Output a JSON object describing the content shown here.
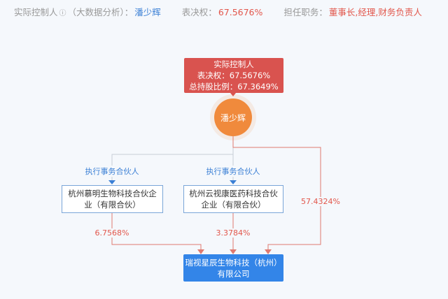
{
  "header": {
    "label": "实际控制人",
    "help_icon": "question-circle-icon",
    "source": "（大数据分析）：",
    "controller": "潘少辉",
    "vote_label": "表决权：",
    "vote_value": "67.5676%",
    "position_label": "担任职务：",
    "position_value": "董事长,经理,财务负责人"
  },
  "diagram": {
    "controller_box": {
      "title": "实际控制人",
      "vote": "表决权：67.5676%",
      "holding": "总持股比例：67.3649%"
    },
    "person": "潘少辉",
    "relation_labels": [
      "执行事务合伙人",
      "执行事务合伙人"
    ],
    "partnerships": [
      "杭州慕明生物科技合伙企业（有限合伙）",
      "杭州云视康医药科技合伙企业（有限合伙）"
    ],
    "percentages": {
      "left": "6.7568%",
      "middle": "3.3784%",
      "direct": "57.4324%"
    },
    "target": "瑞视星辰生物科技（杭州）有限公司"
  },
  "colors": {
    "red": "#d9534f",
    "blue": "#3385e8",
    "orange": "#f08a3c",
    "line_red": "#e07a70",
    "line_grey": "#c8ced6"
  }
}
